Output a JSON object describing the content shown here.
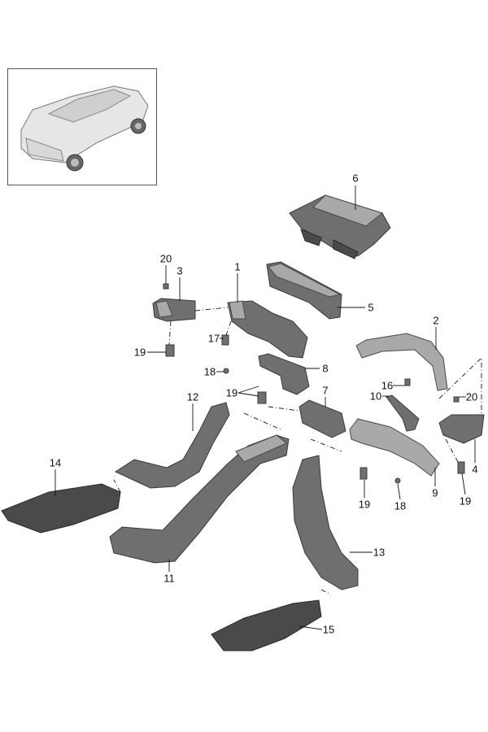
{
  "diagram": {
    "thumbnail_label": "vehicle-overview",
    "callouts": [
      "6",
      "20",
      "3",
      "1",
      "5",
      "2",
      "19",
      "17",
      "18",
      "8",
      "16",
      "10",
      "20",
      "19",
      "12",
      "7",
      "14",
      "4",
      "19",
      "18",
      "9",
      "19",
      "13",
      "11",
      "15"
    ]
  }
}
